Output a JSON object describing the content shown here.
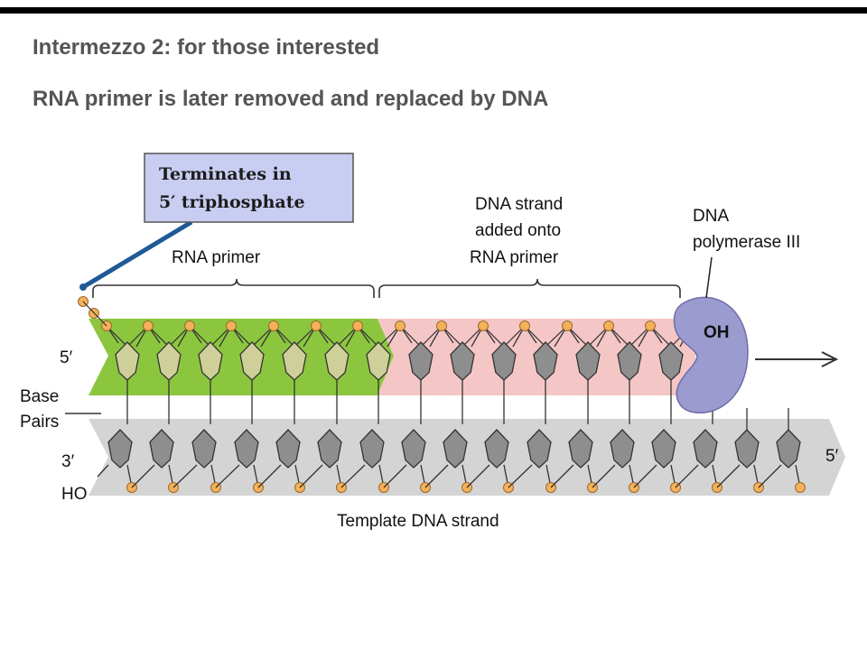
{
  "slide": {
    "title": "Intermezzo 2: for those interested",
    "subtitle": "RNA primer is later removed and replaced by DNA"
  },
  "diagram": {
    "callout_line1": "Terminates in",
    "callout_line2": "5′ triphosphate",
    "rna_primer_label": "RNA primer",
    "dna_added_line1": "DNA strand",
    "dna_added_line2": "added onto",
    "dna_added_line3": "RNA primer",
    "polymerase_line1": "DNA",
    "polymerase_line2": "polymerase III",
    "oh_label": "OH",
    "five_prime_top": "5′",
    "base_pairs_line1": "Base",
    "base_pairs_line2": "Pairs",
    "three_prime_bottom": "3′",
    "ho_label": "HO",
    "five_prime_bottom": "5′",
    "template_label": "Template DNA strand",
    "colors": {
      "rna_band": "#8cc63f",
      "dna_new_band": "#f5c6c6",
      "template_band": "#d4d4d4",
      "primer_sugar": "#cfcf99",
      "dna_sugar": "#8e8e8e",
      "phosphate": "#f4b05a",
      "polymerase": "#9b9bd0",
      "callout_bg": "#c9cdf2",
      "callout_line": "#1f5a96"
    },
    "icons": [
      "phosphate-dot",
      "sugar-pentagon",
      "polymerase-blob",
      "arrow-right"
    ]
  }
}
